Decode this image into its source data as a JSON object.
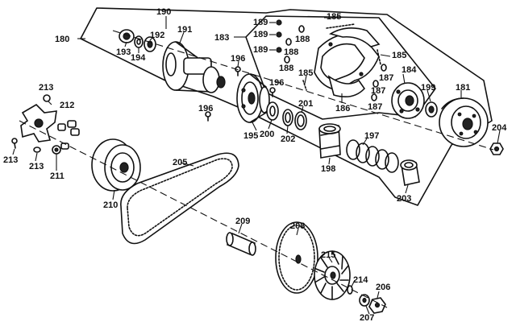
{
  "diagram": {
    "labels": {
      "l180": "180",
      "l181": "181",
      "l183": "183",
      "l184": "184",
      "l185a": "185",
      "l185b": "185",
      "l185c": "185",
      "l186": "186",
      "l187a": "187",
      "l187b": "187",
      "l187c": "187",
      "l188a": "188",
      "l188b": "188",
      "l188c": "188",
      "l189a": "189",
      "l189b": "189",
      "l189c": "189",
      "l190": "190",
      "l191": "191",
      "l192": "192",
      "l193": "193",
      "l194": "194",
      "l195": "195",
      "l196a": "196",
      "l196b": "196",
      "l196c": "196",
      "l197": "197",
      "l198": "198",
      "l199": "199",
      "l200": "200",
      "l201": "201",
      "l202": "202",
      "l203": "203",
      "l204": "204",
      "l205": "205",
      "l206": "206",
      "l207": "207",
      "l208": "208",
      "l209": "209",
      "l210": "210",
      "l211": "211",
      "l212": "212",
      "l213a": "213",
      "l213b": "213",
      "l213c": "213",
      "l214": "214",
      "l215": "215"
    }
  }
}
